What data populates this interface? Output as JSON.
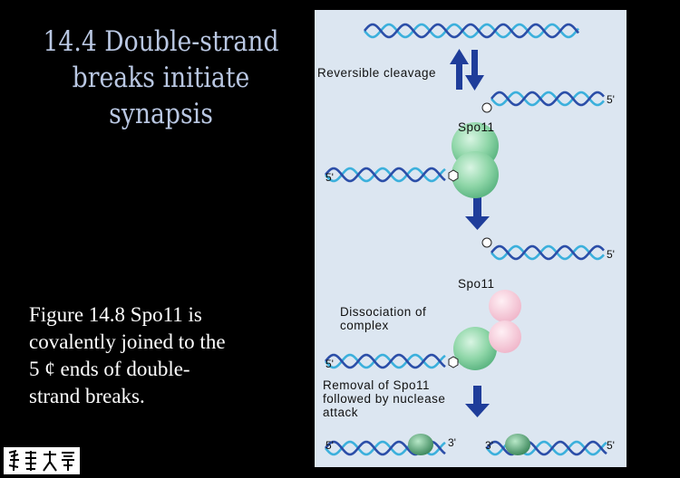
{
  "title_lines": [
    "14.4 Double-strand",
    "breaks initiate",
    "synapsis"
  ],
  "caption_lines": [
    "Figure 14.8 Spo11 is",
    "covalently joined to the",
    "5 ¢  ends of double-",
    "strand breaks."
  ],
  "diagram": {
    "reversible_cleavage": "Reversible cleavage",
    "spo11_top": "Spo11",
    "spo11_mid": "Spo11",
    "dissociation_line1": "Dissociation of",
    "dissociation_line2": "complex",
    "removal_line1": "Removal of Spo11",
    "removal_line2": "followed by nuclease",
    "removal_line3": "attack",
    "ends": {
      "r1_right": "5'",
      "r2_left": "5'",
      "r3_right": "5'",
      "r4_left": "5'",
      "r5_left": "5'",
      "r5_mid": "3'",
      "r5_mid2": "3'",
      "r5_right": "5'"
    }
  },
  "colors": {
    "background": "#000000",
    "panel": "#dce6f1",
    "title": "#b9c7e2",
    "caption": "#ffffff",
    "strand_dark": "#2b4ea8",
    "strand_light": "#3bb0dc",
    "spo11_green": "#8fd6a8",
    "spo11_pink": "#f4c6d4",
    "arrow_blue": "#1f3d9a"
  },
  "icons": [
    "logo-seal",
    "up-arrow-icon",
    "down-arrow-icon",
    "hexagon-icon",
    "circle-icon"
  ]
}
